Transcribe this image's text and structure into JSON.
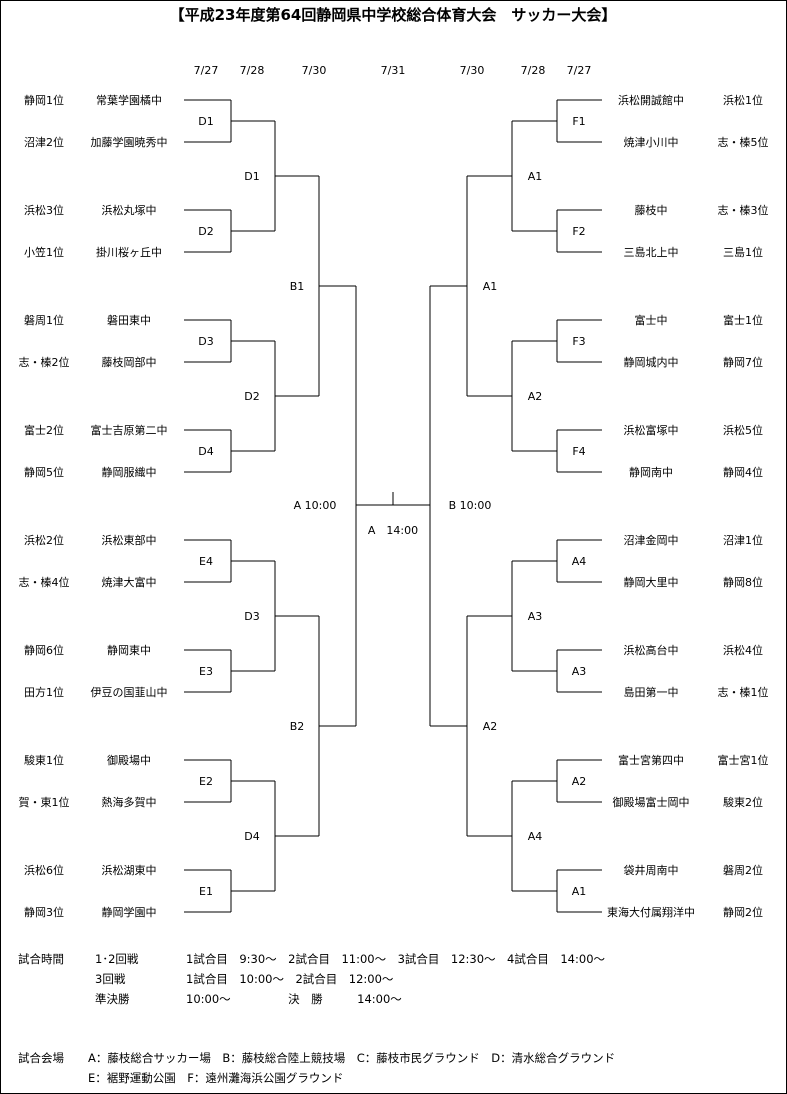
{
  "title": "【平成23年度第64回静岡県中学校総合体育大会　サッカー大会】",
  "colors": {
    "title": "#1a9a1a",
    "lines": "#000000"
  },
  "dates": {
    "left": [
      "7/27",
      "7/28",
      "7/30"
    ],
    "center": "7/31",
    "right": [
      "7/30",
      "7/28",
      "7/27"
    ]
  },
  "left_teams": [
    {
      "seed": "静岡1位",
      "school": "常葉学園橘中"
    },
    {
      "seed": "沼津2位",
      "school": "加藤学園暁秀中"
    },
    {
      "seed": "浜松3位",
      "school": "浜松丸塚中"
    },
    {
      "seed": "小笠1位",
      "school": "掛川桜ヶ丘中"
    },
    {
      "seed": "磐周1位",
      "school": "磐田東中"
    },
    {
      "seed": "志・榛2位",
      "school": "藤枝岡部中"
    },
    {
      "seed": "富士2位",
      "school": "富士吉原第二中"
    },
    {
      "seed": "静岡5位",
      "school": "静岡服織中"
    },
    {
      "seed": "浜松2位",
      "school": "浜松東部中"
    },
    {
      "seed": "志・榛4位",
      "school": "焼津大富中"
    },
    {
      "seed": "静岡6位",
      "school": "静岡東中"
    },
    {
      "seed": "田方1位",
      "school": "伊豆の国韮山中"
    },
    {
      "seed": "駿東1位",
      "school": "御殿場中"
    },
    {
      "seed": "賀・東1位",
      "school": "熱海多賀中"
    },
    {
      "seed": "浜松6位",
      "school": "浜松湖東中"
    },
    {
      "seed": "静岡3位",
      "school": "静岡学園中"
    }
  ],
  "right_teams": [
    {
      "school": "浜松開誠館中",
      "seed": "浜松1位"
    },
    {
      "school": "焼津小川中",
      "seed": "志・榛5位"
    },
    {
      "school": "藤枝中",
      "seed": "志・榛3位"
    },
    {
      "school": "三島北上中",
      "seed": "三島1位"
    },
    {
      "school": "富士中",
      "seed": "富士1位"
    },
    {
      "school": "静岡城内中",
      "seed": "静岡7位"
    },
    {
      "school": "浜松富塚中",
      "seed": "浜松5位"
    },
    {
      "school": "静岡南中",
      "seed": "静岡4位"
    },
    {
      "school": "沼津金岡中",
      "seed": "沼津1位"
    },
    {
      "school": "静岡大里中",
      "seed": "静岡8位"
    },
    {
      "school": "浜松高台中",
      "seed": "浜松4位"
    },
    {
      "school": "島田第一中",
      "seed": "志・榛1位"
    },
    {
      "school": "富士宮第四中",
      "seed": "富士宮1位"
    },
    {
      "school": "御殿場富士岡中",
      "seed": "駿東2位"
    },
    {
      "school": "袋井周南中",
      "seed": "磐周2位"
    },
    {
      "school": "東海大付属翔洋中",
      "seed": "静岡2位"
    }
  ],
  "left_r1": [
    "D1",
    "D2",
    "D3",
    "D4",
    "E4",
    "E3",
    "E2",
    "E1"
  ],
  "left_r2": [
    "D1",
    "D2",
    "D3",
    "D4"
  ],
  "left_r3": [
    "B1",
    "B2"
  ],
  "left_semi": "A 10:00",
  "final": "A　14:00",
  "right_semi": "B 10:00",
  "right_r3": [
    "A1",
    "A2"
  ],
  "right_r2": [
    "A1",
    "A2",
    "A3",
    "A4"
  ],
  "right_r1": [
    "F1",
    "F2",
    "F3",
    "F4",
    "A4",
    "A3",
    "A2",
    "A1"
  ],
  "schedule": {
    "label": "試合時間",
    "rows": [
      {
        "round": "1･2回戦",
        "times": "1試合目　9:30～　2試合目　11:00～　3試合目　12:30～　4試合目　14:00～"
      },
      {
        "round": "3回戦",
        "times": "1試合目　10:00～　2試合目　12:00～"
      },
      {
        "round": "準決勝",
        "times": "10:00～　　　　　決　勝　　　14:00～"
      }
    ]
  },
  "venues": {
    "label": "試合会場",
    "line1": "A：藤枝総合サッカー場　B：藤枝総合陸上競技場　C：藤枝市民グラウンド　D：清水総合グラウンド",
    "line2": "E：裾野運動公園　F：遠州灘海浜公園グラウンド"
  }
}
